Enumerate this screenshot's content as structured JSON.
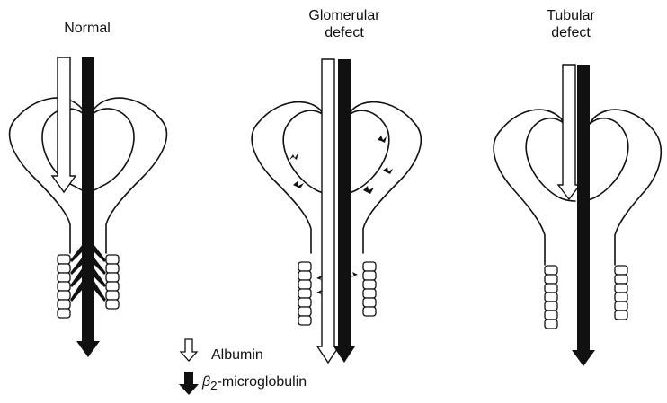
{
  "panels": [
    {
      "title": "Normal"
    },
    {
      "title": "Glomerular\ndefect"
    },
    {
      "title": "Tubular\ndefect"
    }
  ],
  "legend": {
    "albumin": {
      "label": "Albumin",
      "icon": "hollow-down-arrow-icon"
    },
    "microglobulin": {
      "label_symbol": "β",
      "label_sub": "2",
      "label_rest": "-microglobulin",
      "icon": "solid-down-arrow-icon"
    }
  },
  "colors": {
    "ink": "#111111",
    "paper": "#ffffff"
  }
}
